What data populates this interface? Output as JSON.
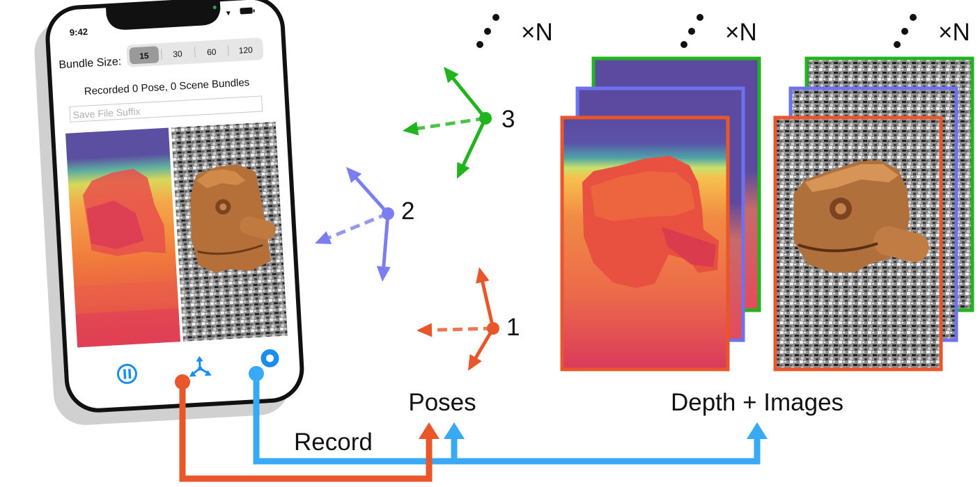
{
  "phone": {
    "time": "9:42",
    "bundle_label": "Bundle Size:",
    "bundle_options": [
      "15",
      "30",
      "60",
      "120"
    ],
    "selected_option": "15",
    "status_text": "Recorded 0 Pose, 0 Scene Bundles",
    "suffix_placeholder": "Save File Suffix",
    "icons": [
      "pause-icon",
      "pose-axes-icon",
      "record-icon"
    ]
  },
  "poses": {
    "labels": [
      "1",
      "2",
      "3"
    ],
    "colors": [
      "#e8562a",
      "#7b7ef0",
      "#21b41e"
    ],
    "title": "Poses"
  },
  "stacks": {
    "repeat_label": "×N",
    "title": "Depth + Images",
    "frame_colors": [
      "#e8562a",
      "#6f72f0",
      "#21b41e"
    ]
  },
  "record": {
    "label": "Record",
    "colors": {
      "orange": "#e8562a",
      "blue": "#3aa9f5"
    }
  }
}
